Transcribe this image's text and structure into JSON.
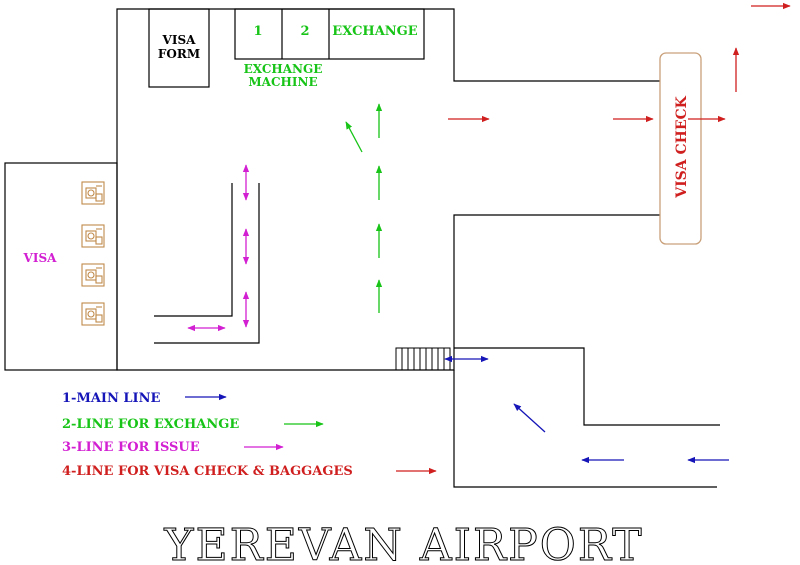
{
  "colors": {
    "wall": "#000000",
    "main": "#1515b8",
    "exchange": "#17c417",
    "issue": "#d21fd2",
    "visa_check": "#d01f1f",
    "desk": "#c08a4a",
    "booth_border": "#c9a07a"
  },
  "rooms": {
    "visa_form": [
      "VISA",
      "FORM"
    ],
    "exchange_1": "1",
    "exchange_2": "2",
    "exchange": "EXCHANGE",
    "exchange_machine": [
      "EXCHANGE",
      "MACHINE"
    ],
    "visa": "VISA",
    "visa_check": "VISA CHECK"
  },
  "legend": [
    {
      "text": "1-MAIN LINE",
      "color_key": "main"
    },
    {
      "text": "2-LINE FOR EXCHANGE",
      "color_key": "exchange"
    },
    {
      "text": "3-LINE FOR ISSUE",
      "color_key": "issue"
    },
    {
      "text": "4-LINE FOR VISA CHECK & BAGGAGES",
      "color_key": "visa_check"
    }
  ],
  "title": "YEREVAN AIRPORT",
  "icons": [
    "desk-icon",
    "stairs-icon",
    "arrow-icon"
  ]
}
